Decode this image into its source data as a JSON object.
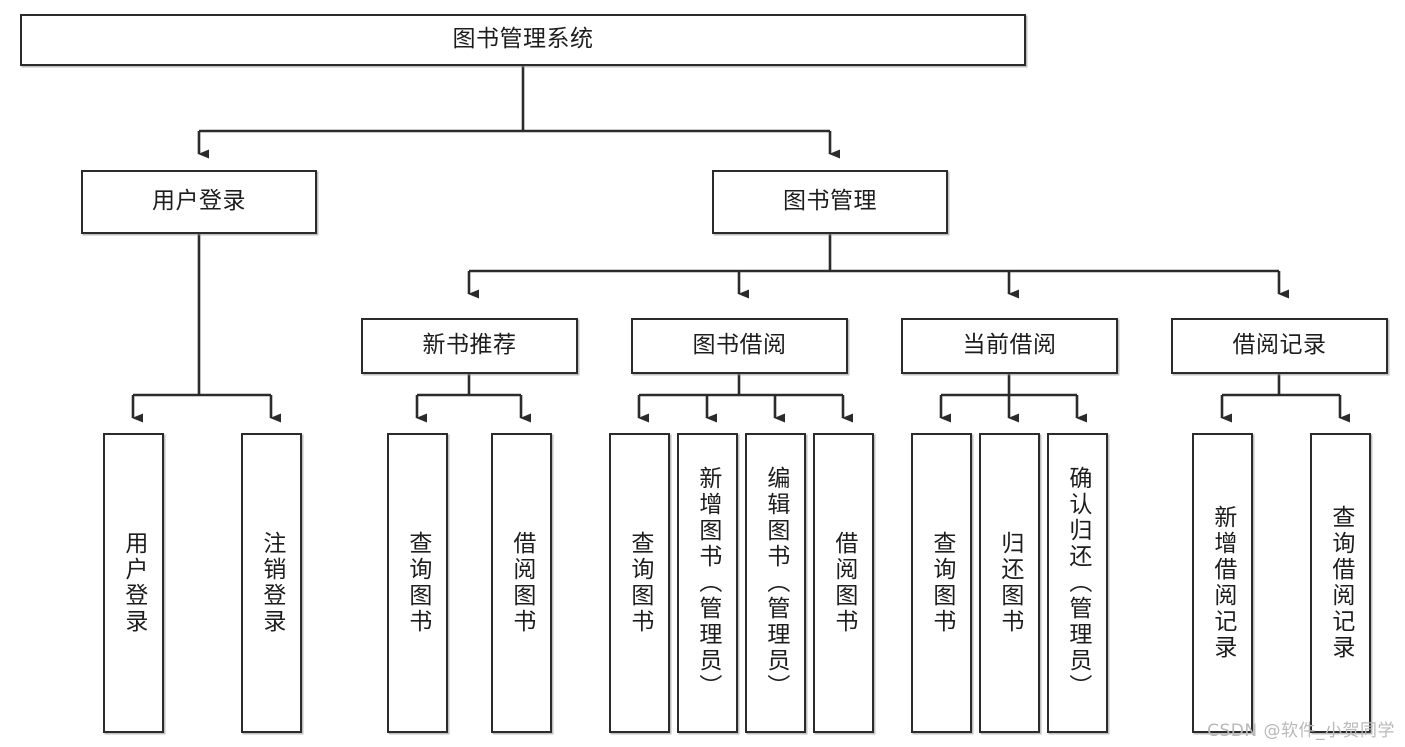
{
  "diagram": {
    "title": "图书管理系统",
    "type": "tree",
    "watermark": "CSDN @软件_小贺同学",
    "colors": {
      "box_border": "#2b2b2b",
      "box_fill": "#ffffff",
      "connector": "#2b2b2b",
      "text": "#1d1d1d",
      "watermark": "#b9b9b9",
      "background": "#ffffff"
    },
    "root": {
      "label": "图书管理系统"
    },
    "level2": [
      {
        "label": "用户登录"
      },
      {
        "label": "图书管理"
      }
    ],
    "level3": [
      {
        "label": "新书推荐"
      },
      {
        "label": "图书借阅"
      },
      {
        "label": "当前借阅"
      },
      {
        "label": "借阅记录"
      }
    ],
    "leaves": {
      "user_login": [
        {
          "label": "用户登录"
        },
        {
          "label": "注销登录"
        }
      ],
      "new_book": [
        {
          "label": "查询图书"
        },
        {
          "label": "借阅图书"
        }
      ],
      "book_borrow": [
        {
          "label": "查询图书"
        },
        {
          "label": "新增图书（管理员）"
        },
        {
          "label": "编辑图书（管理员）"
        },
        {
          "label": "借阅图书"
        }
      ],
      "current_borrow": [
        {
          "label": "查询图书"
        },
        {
          "label": "归还图书"
        },
        {
          "label": "确认归还（管理员）"
        }
      ],
      "borrow_record": [
        {
          "label": "新增借阅记录"
        },
        {
          "label": "查询借阅记录"
        }
      ]
    }
  }
}
